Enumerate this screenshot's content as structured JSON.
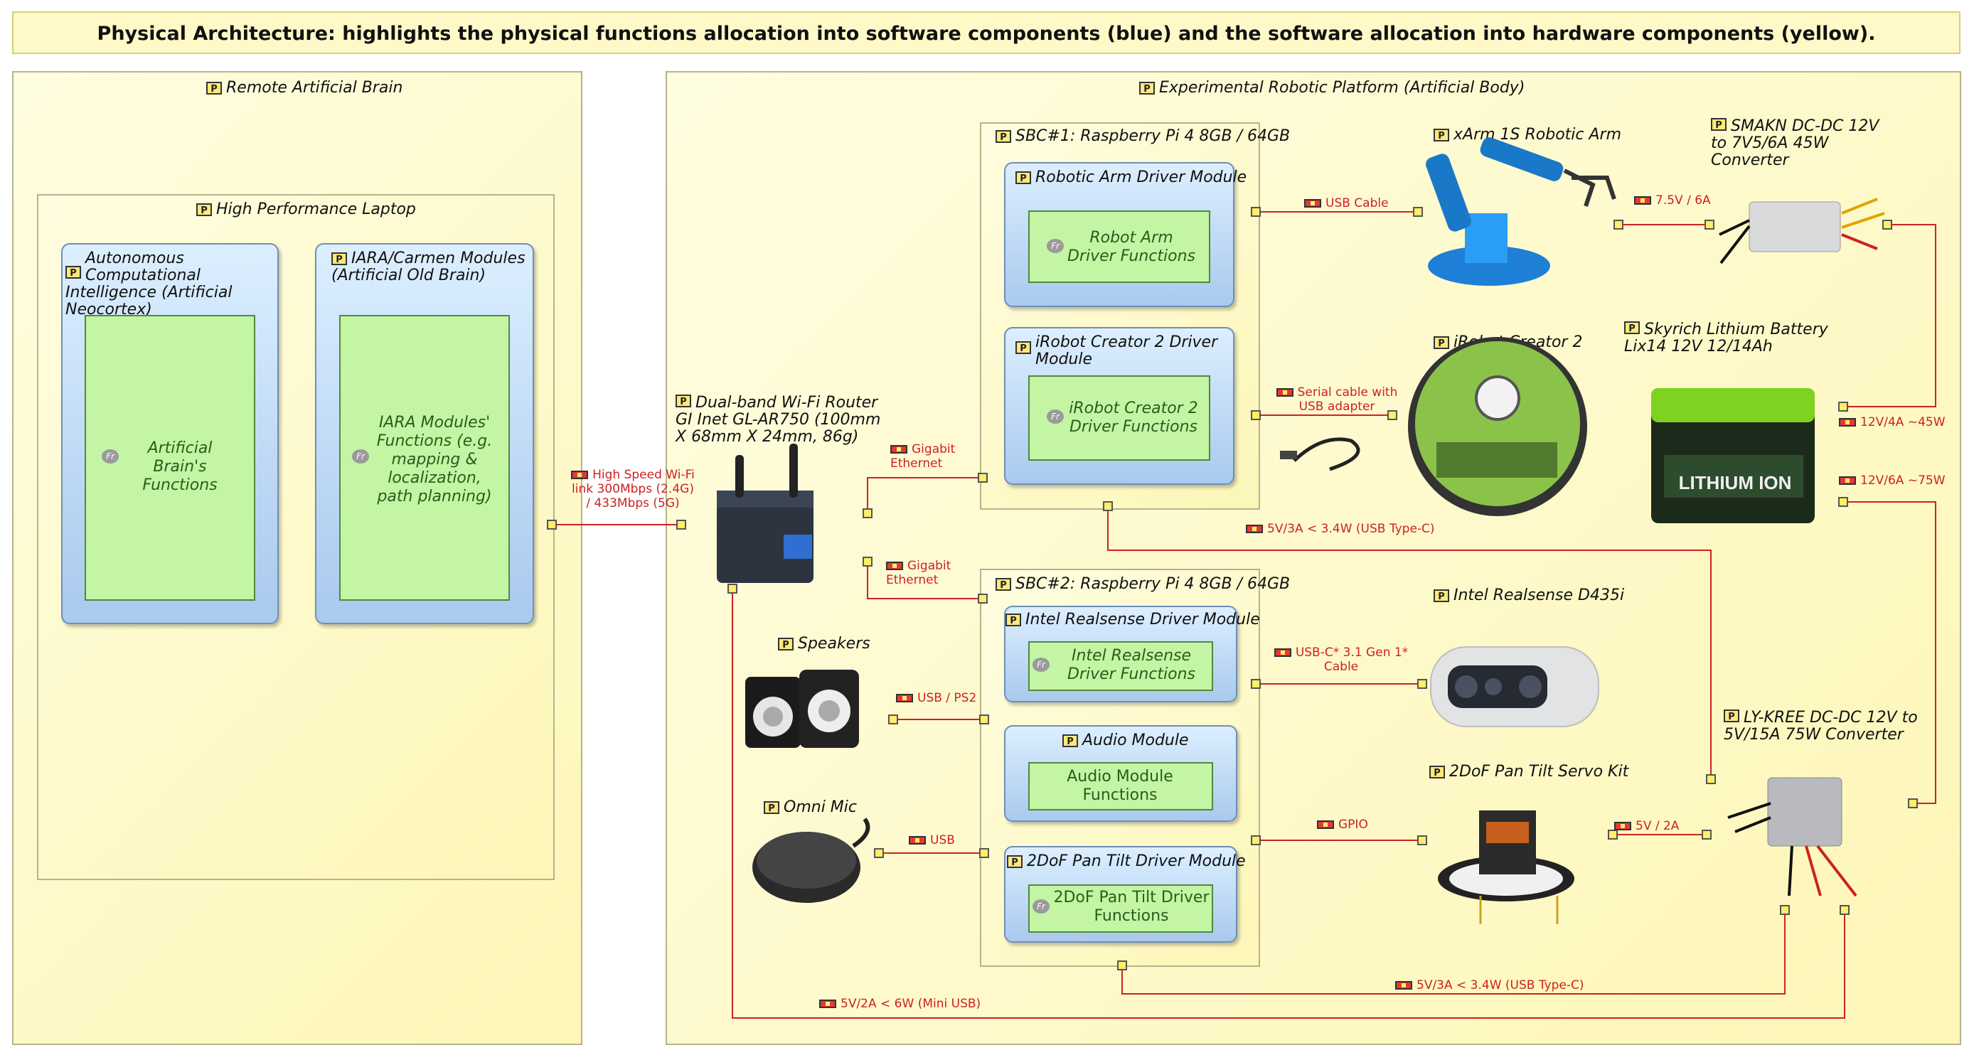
{
  "note": "Physical Architecture: highlights the physical functions allocation into software components (blue) and the software allocation into hardware components (yellow).",
  "remote_brain": {
    "title": "Remote Artificial Brain",
    "laptop": {
      "title": "High Performance Laptop",
      "aci": {
        "title": "Autonomous Computational Intelligence (Artificial Neocortex)",
        "fn": "Artificial Brain's Functions"
      },
      "iara": {
        "title": "IARA/Carmen Modules (Artificial Old Brain)",
        "fn": "IARA Modules' Functions (e.g. mapping & localization, path planning)"
      }
    }
  },
  "platform": {
    "title": "Experimental Robotic Platform (Artificial Body)",
    "router": "Dual-band Wi-Fi Router GI Inet GL-AR750 (100mm X 68mm X 24mm, 86g)",
    "sbc1": {
      "title": "SBC#1: Raspberry Pi 4 8GB / 64GB",
      "arm_module": {
        "title": "Robotic Arm Driver Module",
        "fn": "Robot Arm Driver Functions"
      },
      "irobot_module": {
        "title": "iRobot Creator 2 Driver Module",
        "fn": "iRobot Creator 2 Driver Functions"
      }
    },
    "sbc2": {
      "title": "SBC#2: Raspberry Pi 4 8GB / 64GB",
      "realsense_module": {
        "title": "Intel Realsense Driver Module",
        "fn": "Intel Realsense Driver Functions"
      },
      "audio_module": {
        "title": "Audio Module",
        "fn": "Audio Module Functions"
      },
      "pantilt_module": {
        "title": "2DoF Pan Tilt Driver Module",
        "fn": "2DoF Pan Tilt Driver Functions"
      }
    },
    "speakers": "Speakers",
    "mic": "Omni Mic",
    "xarm": "xArm 1S Robotic Arm",
    "smakn": "SMAKN DC-DC 12V to 7V5/6A 45W Converter",
    "irobot": "iRobot Creator 2",
    "battery": "Skyrich Lithium Battery Lix14 12V 12/14Ah",
    "battery_label": "LITHIUM ION",
    "realsense": "Intel Realsense D435i",
    "lykree": "LY-KREE DC-DC 12V to 5V/15A 75W Converter",
    "pantilt": "2DoF Pan Tilt Servo Kit"
  },
  "links": {
    "wifi": "High Speed Wi-Fi link 300Mbps (2.4G) / 433Mbps (5G)",
    "gig1": "Gigabit Ethernet",
    "gig2": "Gigabit Ethernet",
    "usb_cable": "USB Cable",
    "arm_power": "7.5V / 6A",
    "serial": "Serial cable with USB adapter",
    "bat_45w": "12V/4A ~45W",
    "bat_75w": "12V/6A ~75W",
    "sbc1_power": "5V/3A < 3.4W (USB Type-C)",
    "usb_ps2": "USB / PS2",
    "usbc": "USB-C* 3.1 Gen 1* Cable",
    "usb": "USB",
    "gpio": "GPIO",
    "pantilt_power": "5V / 2A",
    "sbc2_power": "5V/3A < 3.4W (USB Type-C)",
    "router_power": "5V/2A < 6W (Mini USB)"
  },
  "colors": {
    "link": "#cc2222",
    "component_blue": "#a9c9ee",
    "node_yellow": "#fdf6b8",
    "function_green": "#c4f5a4"
  }
}
